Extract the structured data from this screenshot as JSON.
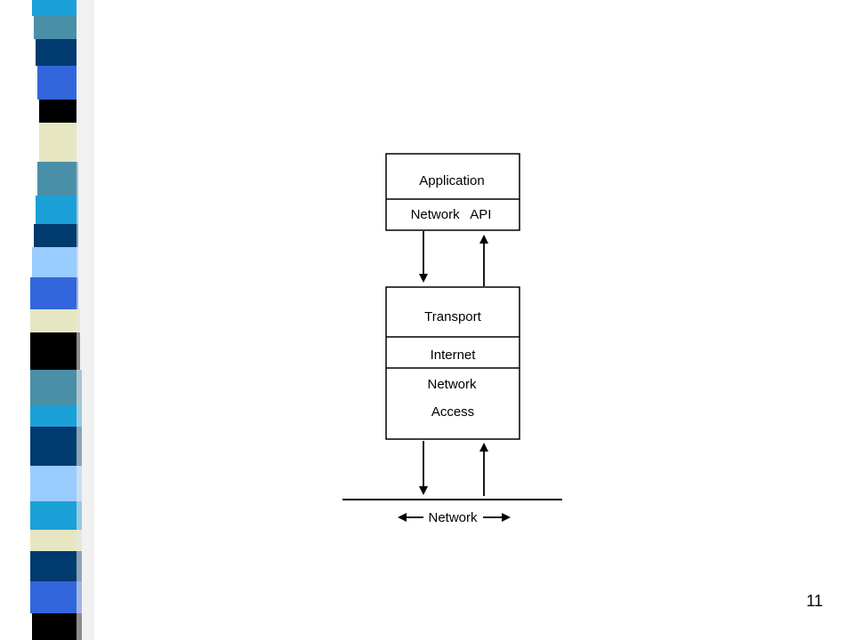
{
  "slide": {
    "page_number": "11"
  },
  "sidebar": {
    "colors": {
      "cyan": "#1ba0d8",
      "teal": "#4a8fa8",
      "navy": "#003a6e",
      "royal_blue": "#3366dd",
      "black": "#000000",
      "cream": "#e6e6c2",
      "light_blue": "#99ccff"
    }
  },
  "diagram": {
    "application_box": {
      "top_label": "Application",
      "bottom_label": "Network   API"
    },
    "stack_box": {
      "transport_label": "Transport",
      "internet_label": "Internet",
      "network_access_line1": "Network",
      "network_access_line2": "Access"
    },
    "network_label": "Network",
    "line_color": "#000000"
  }
}
